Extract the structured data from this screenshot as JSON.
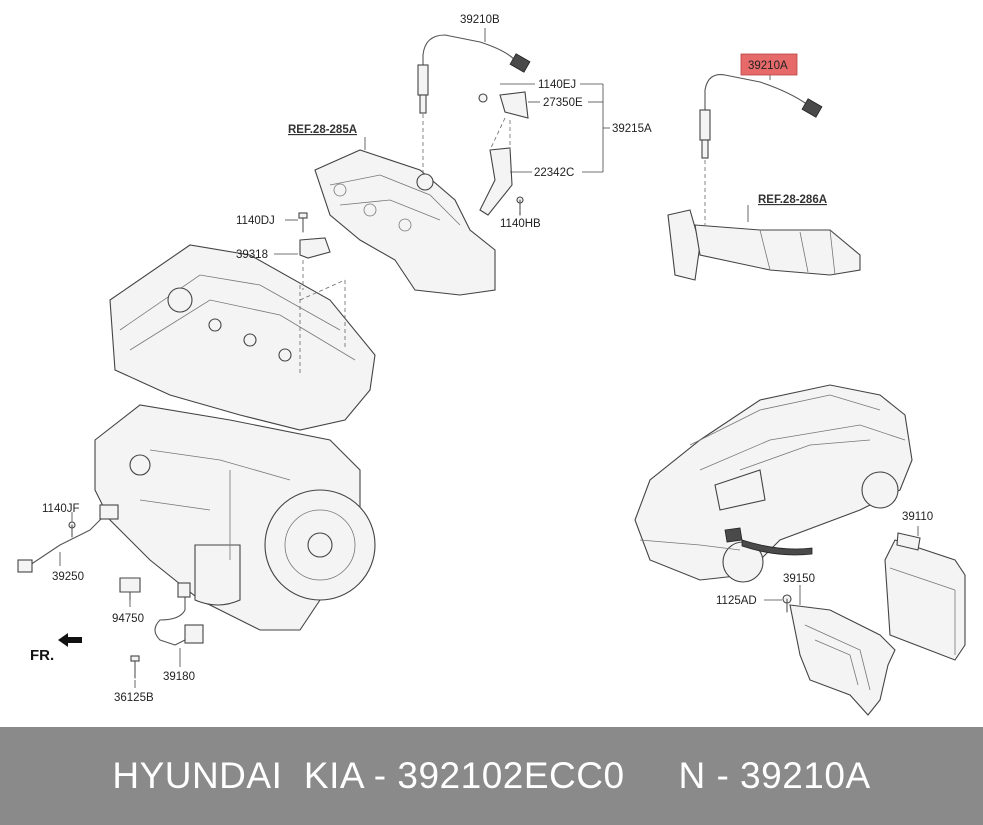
{
  "callouts": {
    "c39210B": "39210B",
    "c1140EJ": "1140EJ",
    "c27350E": "27350E",
    "c39215A": "39215A",
    "c22342C": "22342C",
    "c1140HB": "1140HB",
    "c39210A": "39210A",
    "c1140DJ": "1140DJ",
    "c39318": "39318",
    "c1140JF": "1140JF",
    "c39250": "39250",
    "c94750": "94750",
    "c39180": "39180",
    "c36125B": "36125B",
    "c39110": "39110",
    "c39150": "39150",
    "c1125AD": "1125AD"
  },
  "refs": {
    "ref_left": "REF.28-285A",
    "ref_right": "REF.28-286A"
  },
  "front_marker": "FR.",
  "highlight_color": "#e66a6a",
  "footer": {
    "text": "HYUNDAI  KIA - 392102ECC0     N - 39210A"
  }
}
